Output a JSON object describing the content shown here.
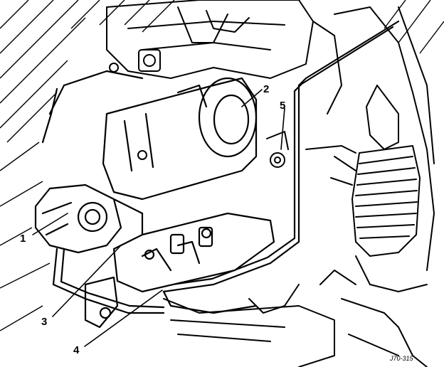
{
  "callouts": [
    {
      "id": "1",
      "label": "1"
    },
    {
      "id": "2",
      "label": "2"
    },
    {
      "id": "3",
      "label": "3"
    },
    {
      "id": "4",
      "label": "4"
    },
    {
      "id": "5",
      "label": "5"
    }
  ],
  "figure_ref": "J70-315"
}
